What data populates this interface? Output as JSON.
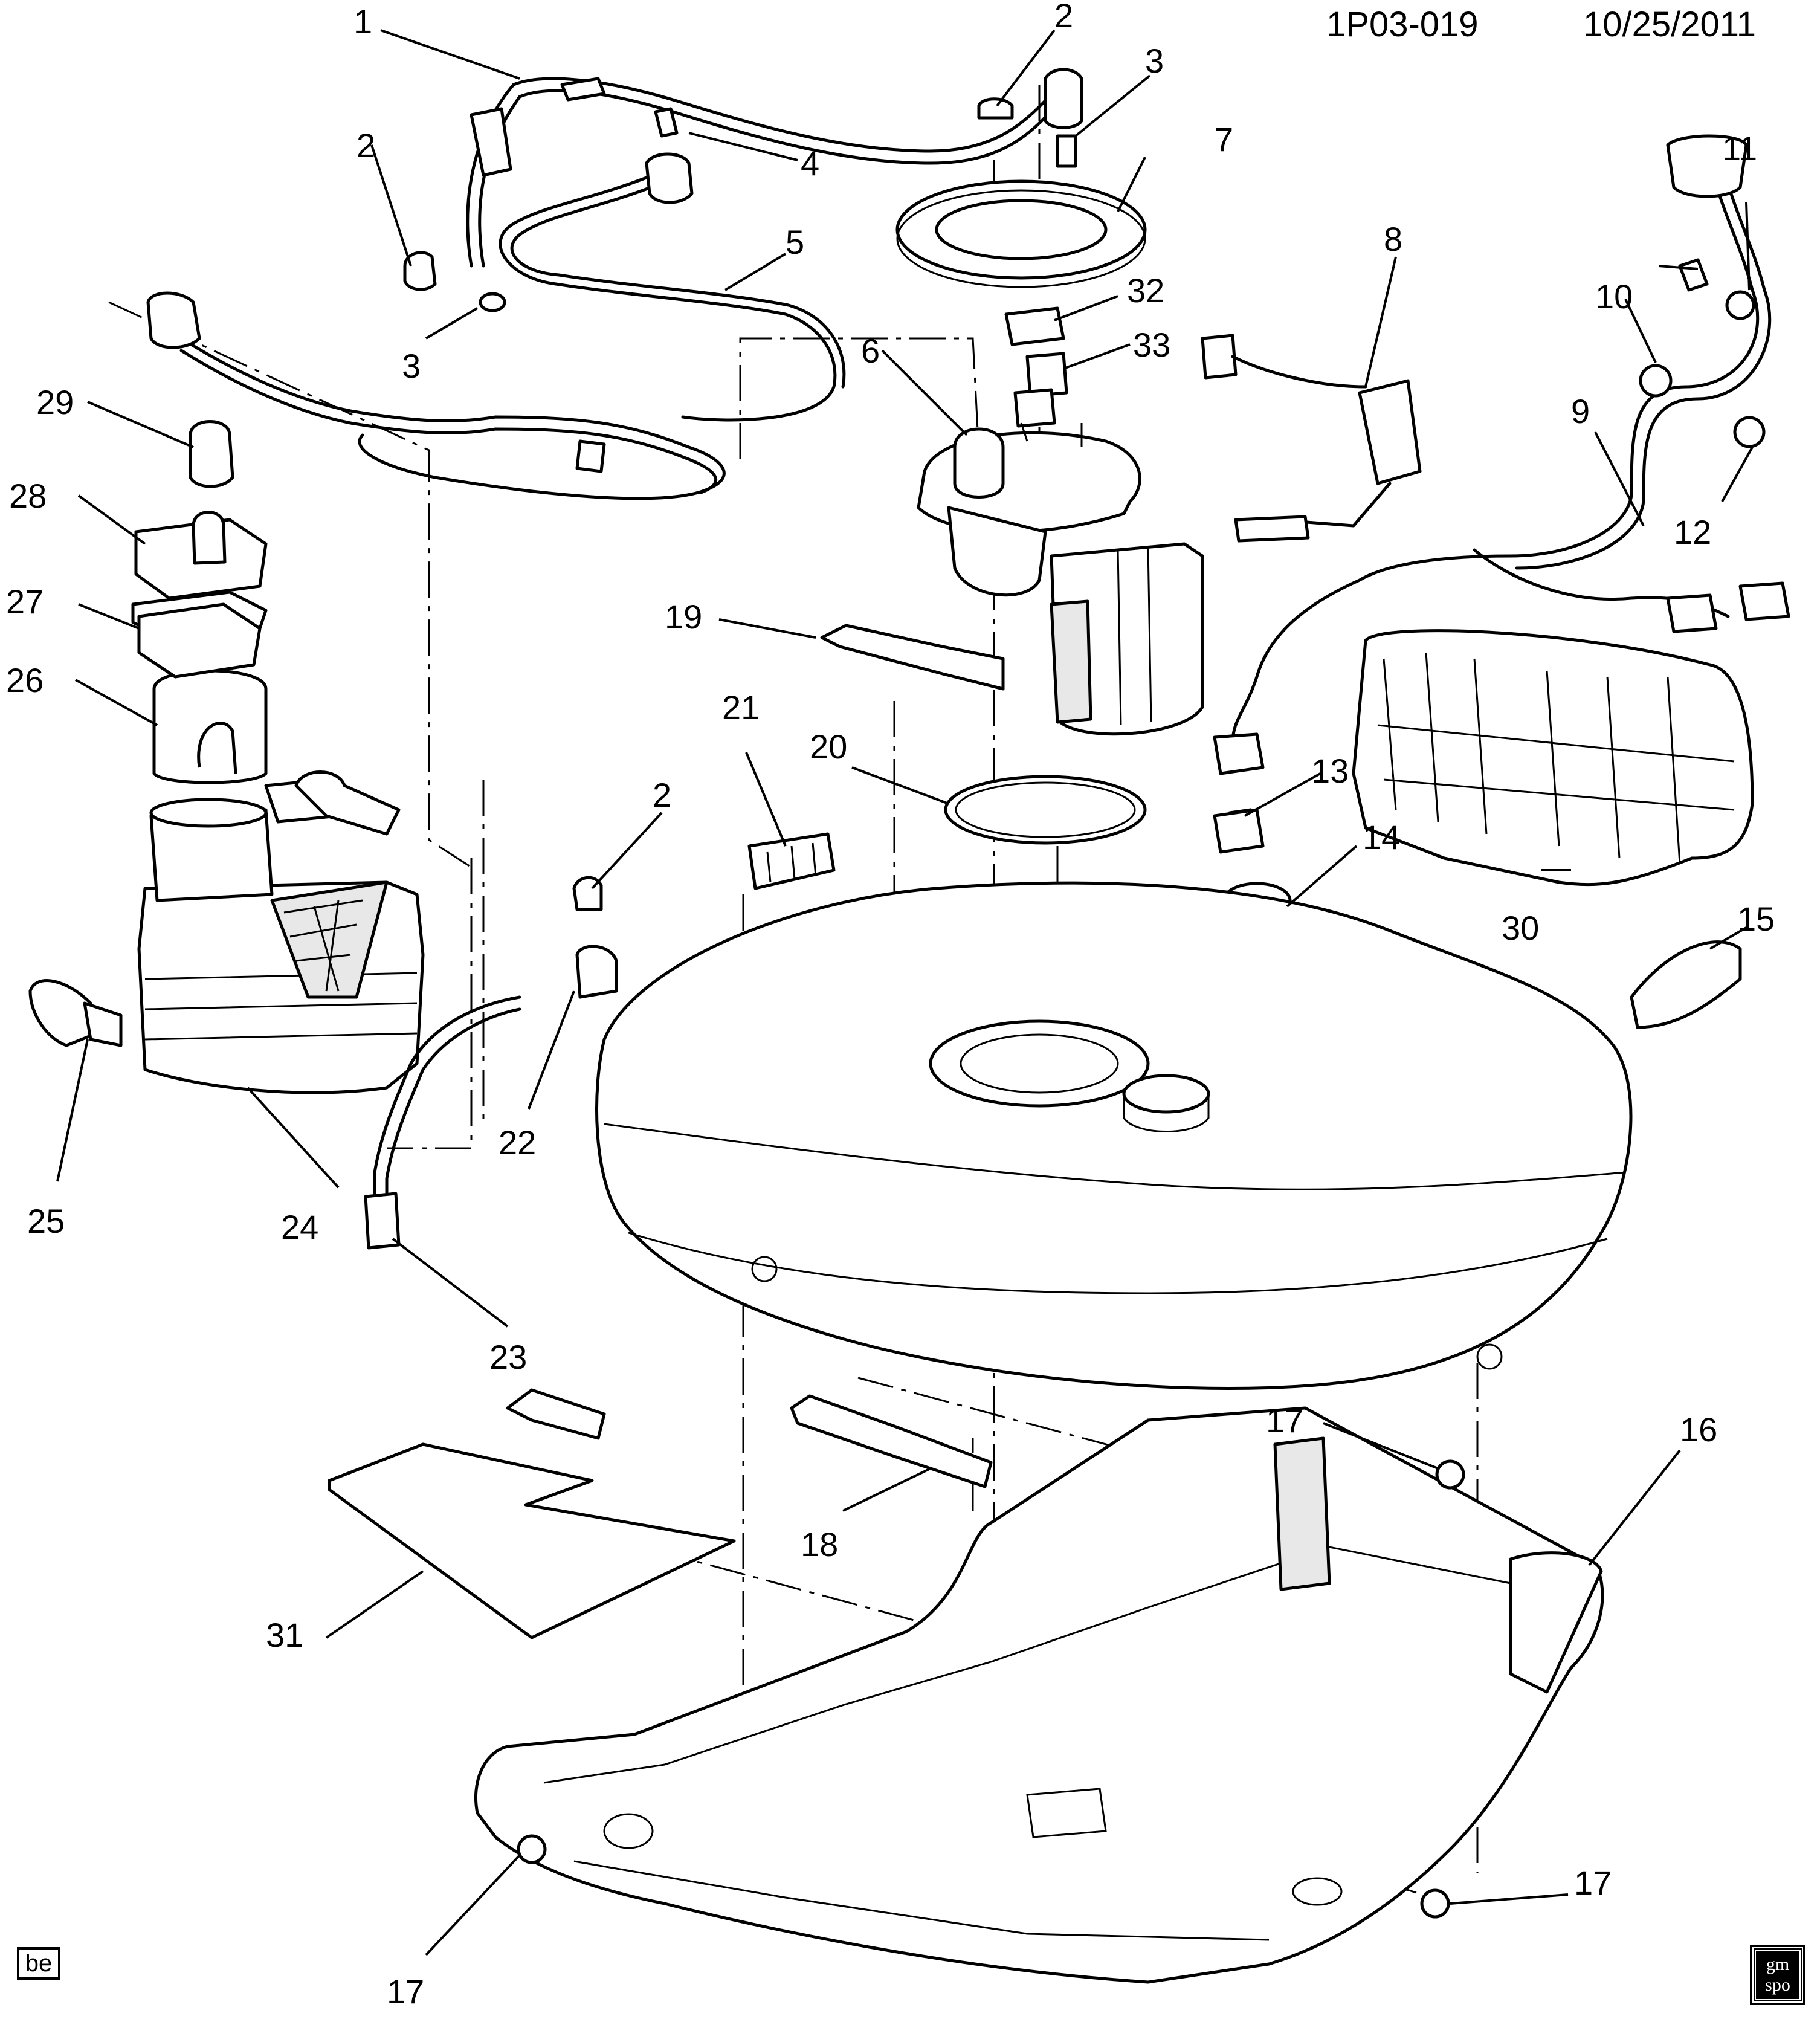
{
  "header": {
    "drawing_id": "1P03-019",
    "date": "10/25/2011"
  },
  "footer": {
    "code": "be",
    "logo_line1": "gm",
    "logo_line2": "spo"
  },
  "callouts": [
    "1",
    "2",
    "2",
    "2",
    "3",
    "3",
    "4",
    "5",
    "6",
    "7",
    "8",
    "9",
    "10",
    "11",
    "12",
    "13",
    "14",
    "15",
    "16",
    "17",
    "17",
    "17",
    "18",
    "19",
    "20",
    "21",
    "22",
    "23",
    "24",
    "25",
    "26",
    "27",
    "28",
    "29",
    "30",
    "31",
    "32",
    "33"
  ]
}
